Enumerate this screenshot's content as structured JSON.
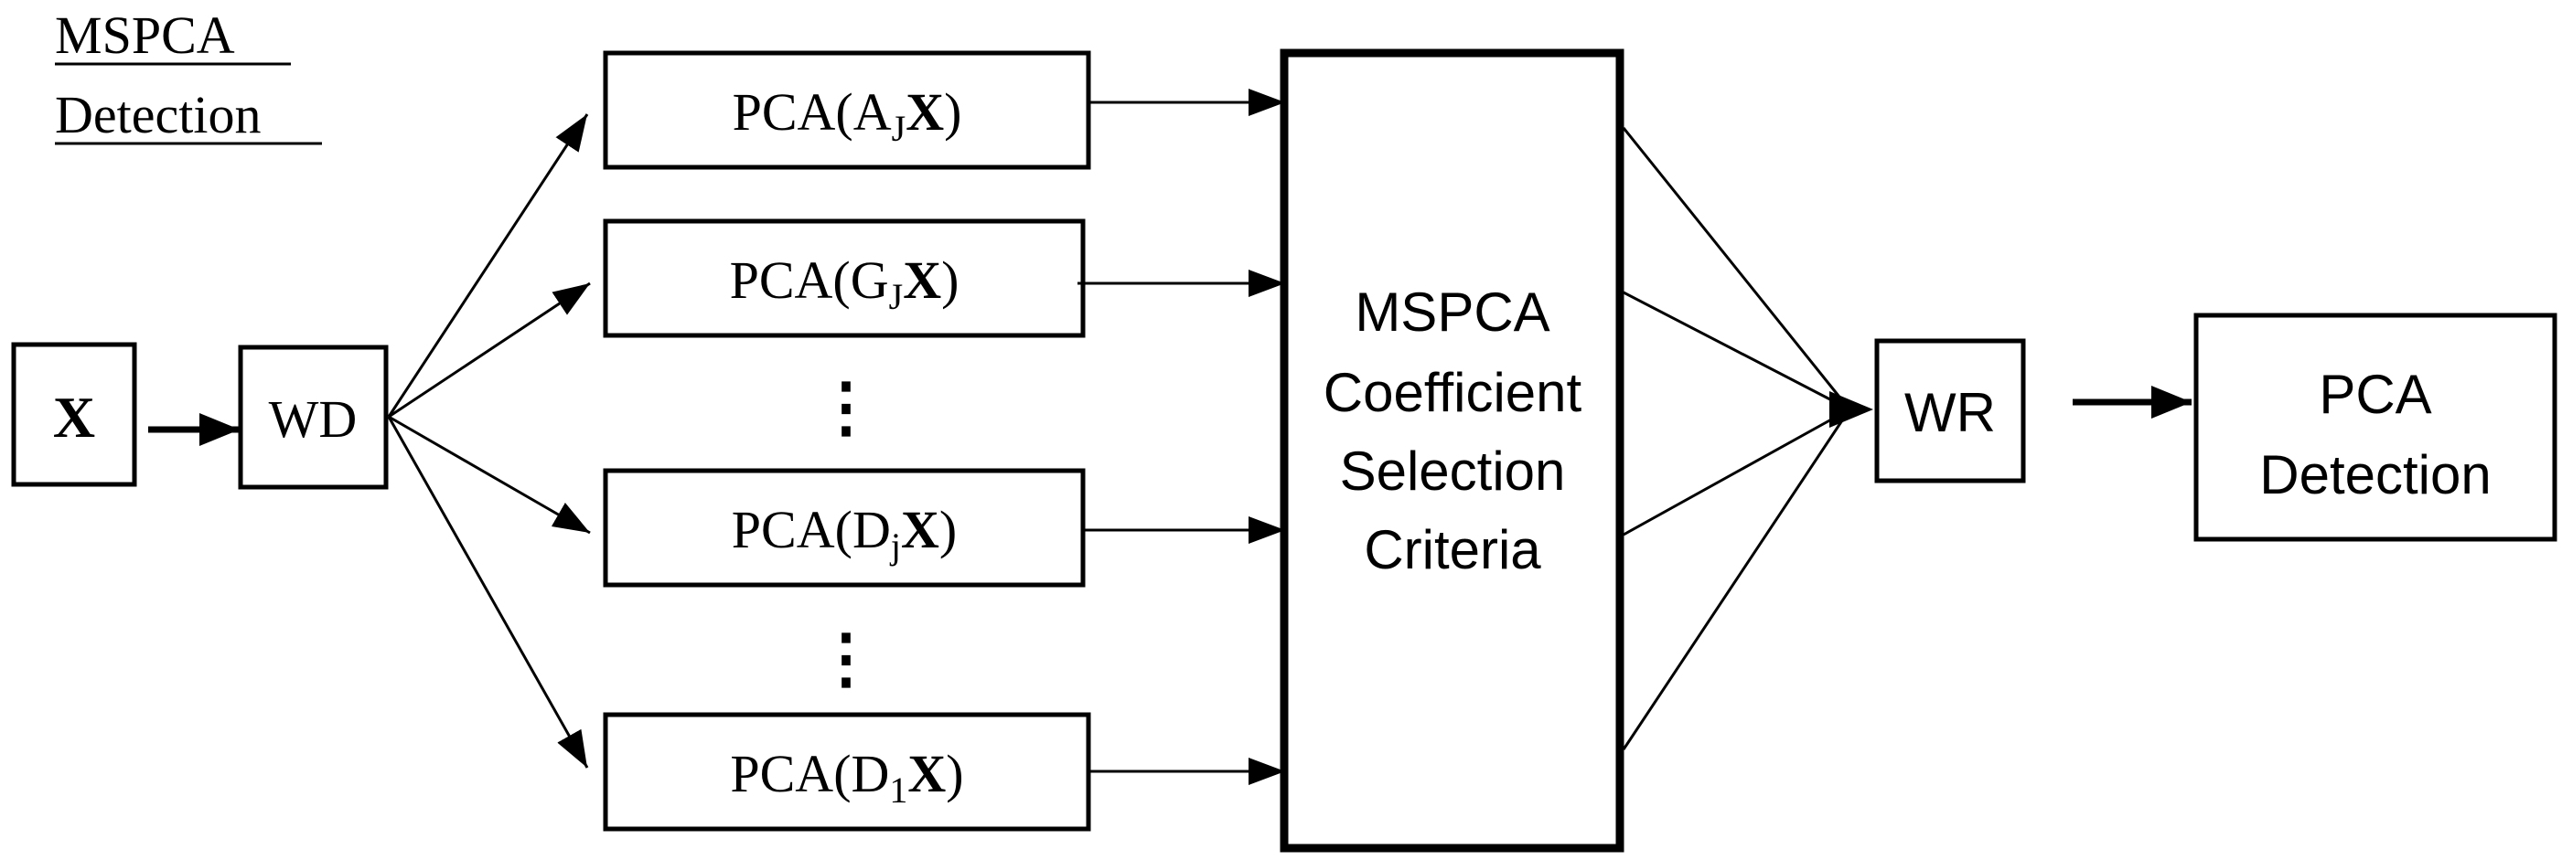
{
  "title": {
    "line1": "MSPCA",
    "line2": "Detection"
  },
  "input_node": {
    "label": "X"
  },
  "decomposition_node": {
    "label": "WD"
  },
  "pca_blocks": [
    {
      "prefix": "PCA(",
      "letter": "A",
      "subscript": "J",
      "variable": "X",
      "suffix": ")"
    },
    {
      "prefix": "PCA(",
      "letter": "G",
      "subscript": "J",
      "variable": "X",
      "suffix": ")"
    },
    {
      "prefix": "PCA(",
      "letter": "D",
      "subscript": "j",
      "variable": "X",
      "suffix": ")"
    },
    {
      "prefix": "PCA(",
      "letter": "D",
      "subscript": "1",
      "variable": "X",
      "suffix": ")"
    }
  ],
  "ellipsis": "⋮",
  "selection_node": {
    "lines": [
      "MSPCA",
      "Coefficient",
      "Selection",
      "Criteria"
    ]
  },
  "reconstruction_node": {
    "label": "WR"
  },
  "output_node": {
    "lines": [
      "PCA",
      "Detection"
    ]
  },
  "colors": {
    "stroke": "#000000",
    "background": "#ffffff"
  }
}
